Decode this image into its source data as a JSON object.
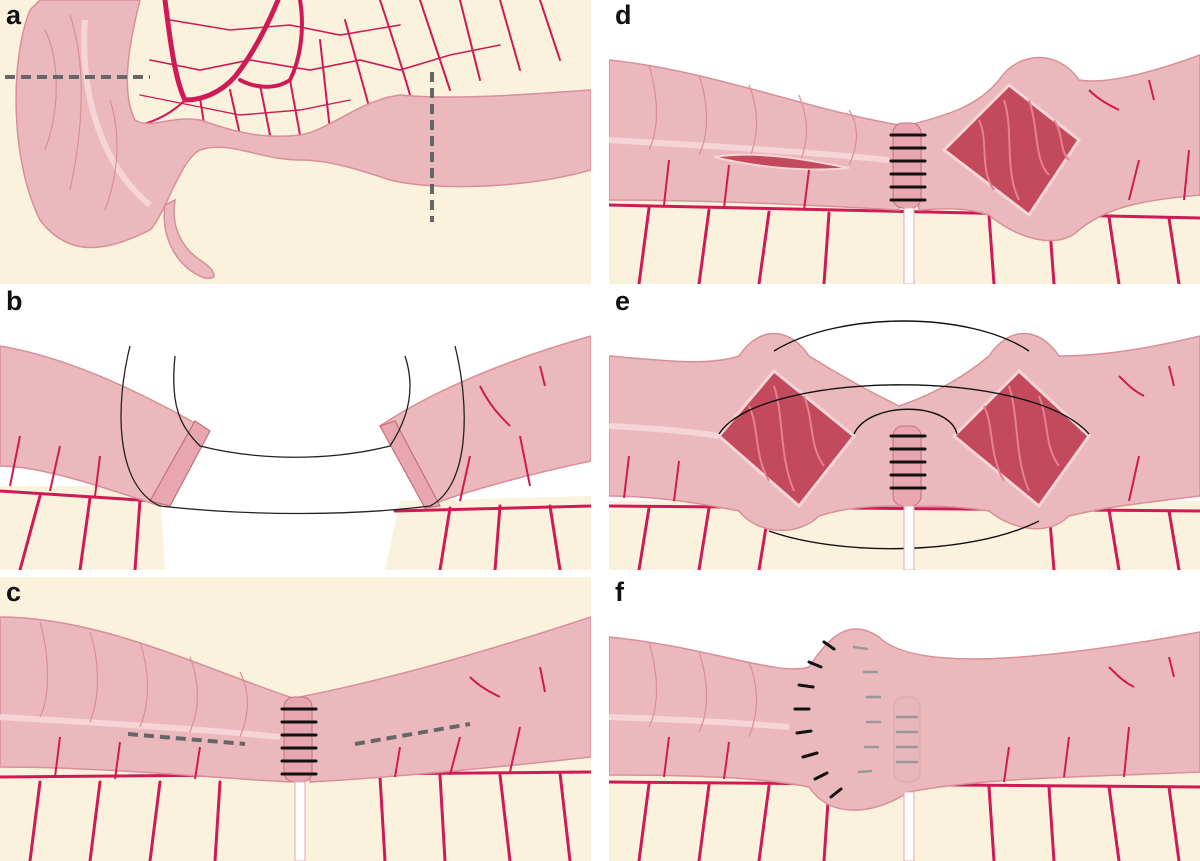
{
  "figure": {
    "panels": [
      {
        "id": "a",
        "label": "a"
      },
      {
        "id": "b",
        "label": "b"
      },
      {
        "id": "c",
        "label": "c"
      },
      {
        "id": "d",
        "label": "d"
      },
      {
        "id": "e",
        "label": "e"
      },
      {
        "id": "f",
        "label": "f"
      }
    ]
  },
  "colors": {
    "bowel": "#ebb9bd",
    "bowel_edge": "#d98f99",
    "mesentery": "#fbf2de",
    "vessel": "#cf1a55",
    "mucosa": "#c24a5c",
    "suture": "#111111",
    "cut_line": "#666666"
  }
}
